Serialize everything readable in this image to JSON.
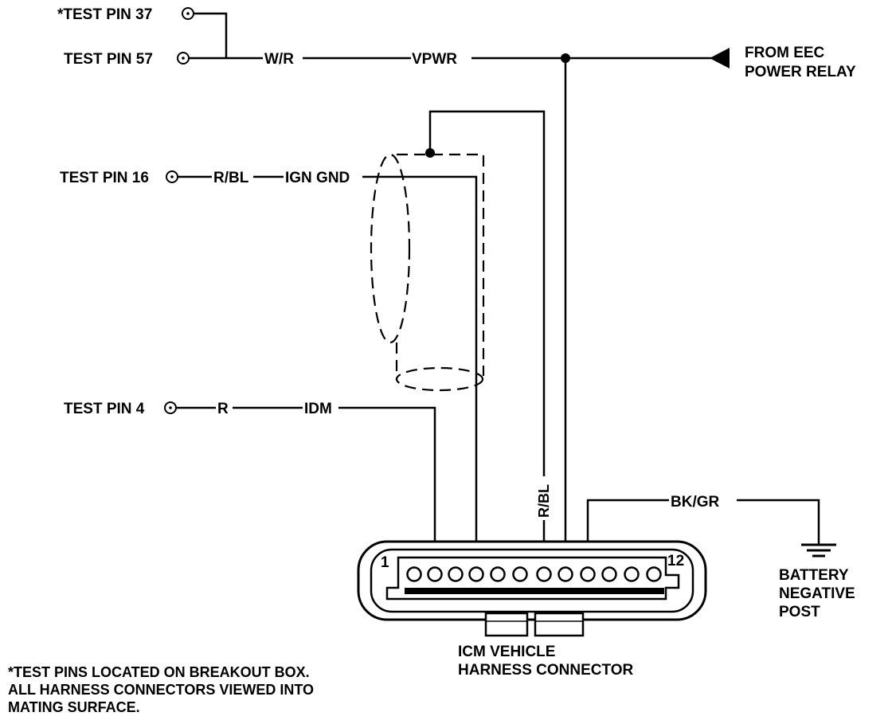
{
  "test_pins": {
    "pin37": "*TEST PIN 37",
    "pin57": "TEST PIN 57",
    "pin16": "TEST PIN 16",
    "pin4": "TEST PIN 4"
  },
  "wire_labels": {
    "w_r": "W/R",
    "vpwr": "VPWR",
    "r_bl_top": "R/BL",
    "ign_gnd": "IGN GND",
    "r": "R",
    "idm": "IDM",
    "r_bl_vertical": "R/BL",
    "bk_gr": "BK/GR"
  },
  "power_source": {
    "line1": "FROM EEC",
    "line2": "POWER RELAY"
  },
  "ground": {
    "line1": "BATTERY",
    "line2": "NEGATIVE",
    "line3": "POST"
  },
  "connector": {
    "pin_first": "1",
    "pin_last": "12",
    "title_line1": "ICM VEHICLE",
    "title_line2": "HARNESS CONNECTOR"
  },
  "footnote": {
    "line1": "*TEST PINS LOCATED ON BREAKOUT BOX.",
    "line2": "ALL HARNESS CONNECTORS VIEWED INTO",
    "line3": "MATING SURFACE."
  }
}
